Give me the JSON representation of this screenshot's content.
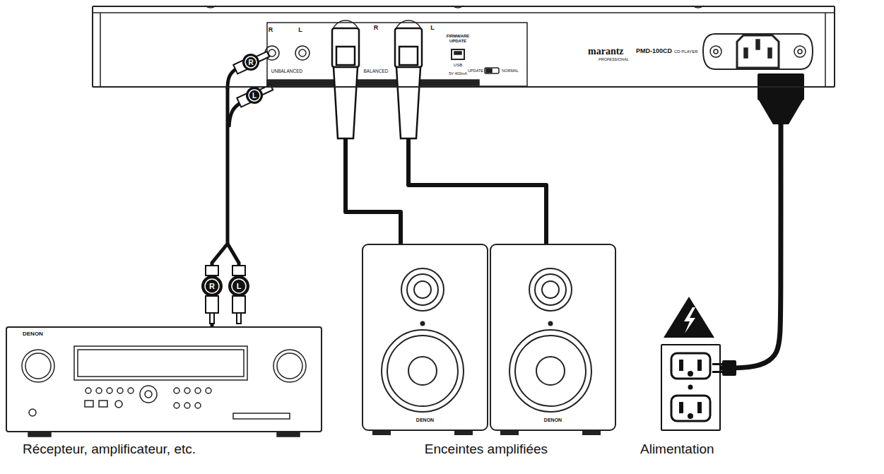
{
  "diagram": {
    "nodes": [
      {
        "text": [
          "marantz",
          "PROFESSIONAL",
          "PMD-100CD",
          "CD PLAYER"
        ]
      },
      {
        "text": [
          "DENON",
          "Récepteur, amplificateur, etc."
        ]
      },
      {
        "text": [
          "DENON"
        ]
      },
      {
        "text": [
          "DENON"
        ]
      },
      {
        "text": [
          "Alimentation"
        ]
      }
    ],
    "edges": [
      {
        "from": 0,
        "to": 1,
        "arrow": "none"
      },
      {
        "from": 0,
        "to": 2,
        "arrow": "none"
      },
      {
        "from": 0,
        "to": 3,
        "arrow": "none"
      },
      {
        "from": 0,
        "to": 4,
        "arrow": "none"
      }
    ],
    "labels": [
      "R",
      "L",
      "UNBALANCED",
      "R",
      "L",
      "BALANCED",
      "FIRMWARE UPDATE",
      "USB",
      "5V 400mA",
      "UPDATE",
      "NORMAL",
      "R",
      "L",
      "R",
      "L",
      "Enceintes amplifiées"
    ]
  }
}
